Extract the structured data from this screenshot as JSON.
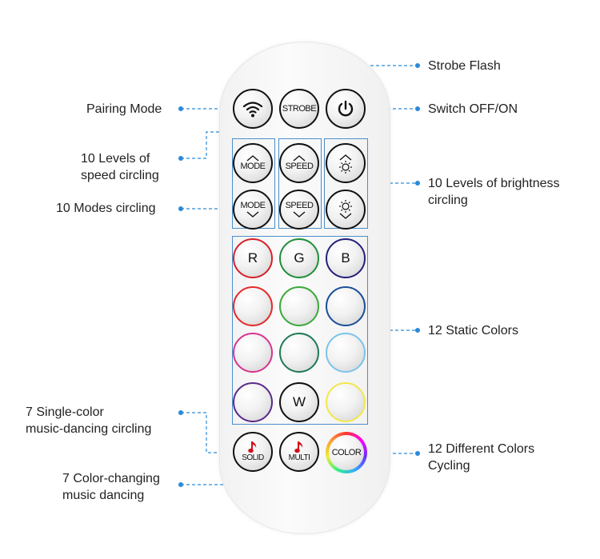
{
  "callouts": {
    "strobe": "Strobe Flash",
    "pairing": "Pairing Mode",
    "switch": "Switch OFF/ON",
    "speed": [
      "10 Levels of",
      "speed circling"
    ],
    "modes": "10 Modes circling",
    "brightness": [
      "10 Levels of brightness",
      "circling"
    ],
    "static": "12 Static Colors",
    "single": [
      "7 Single-color",
      "music-dancing circling"
    ],
    "cycle": [
      "12 Different Colors",
      "Cycling"
    ],
    "changing": [
      "7 Color-changing",
      "music dancing"
    ]
  },
  "buttons": {
    "strobe": "STROBE",
    "mode": "MODE",
    "speed": "SPEED",
    "r": "R",
    "g": "G",
    "b": "B",
    "w": "W",
    "solid": "SOLID",
    "multi": "MULTI",
    "color": "COLOR",
    "up": "^",
    "down": "v",
    "sun": "☼",
    "wifi": "((•))",
    "power": "⏻",
    "note": "♪"
  },
  "colors": {
    "line": "#2a8ad8",
    "ring_row2": [
      "#e52a2a",
      "#3aaa3a",
      "#1a4f9a"
    ],
    "ring_row3": [
      "#d6348f",
      "#1f7a55",
      "#7cc3ea"
    ],
    "ring_row4": [
      "#5a2a8a",
      "#111111",
      "#f2e84a"
    ],
    "ring_row1": [
      "#d8202a",
      "#1f8f3a",
      "#24207a"
    ]
  }
}
